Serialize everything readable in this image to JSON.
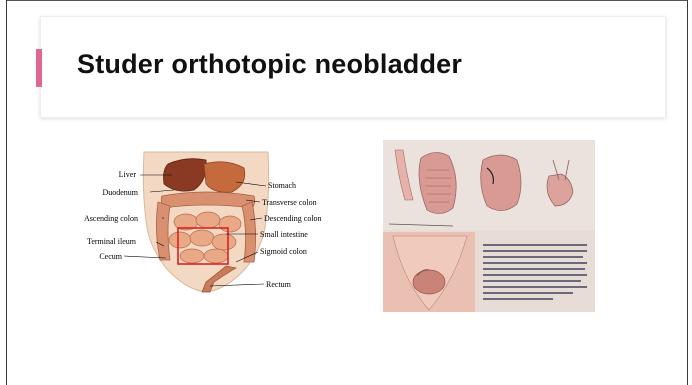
{
  "slide": {
    "title": "Studer orthotopic neobladder",
    "accent_color": "#e0678f"
  },
  "anatomy_figure": {
    "labels_left": [
      "Liver",
      "Duodenum",
      "Ascending colon",
      "Terminal ileum",
      "Cecum"
    ],
    "labels_right": [
      "Stomach",
      "Transverse colon",
      "Descending colon",
      "Small intestine",
      "Sigmoid colon",
      "Rectum"
    ]
  },
  "textbook_photo": {
    "icon": "surgical-illustration-photo"
  }
}
